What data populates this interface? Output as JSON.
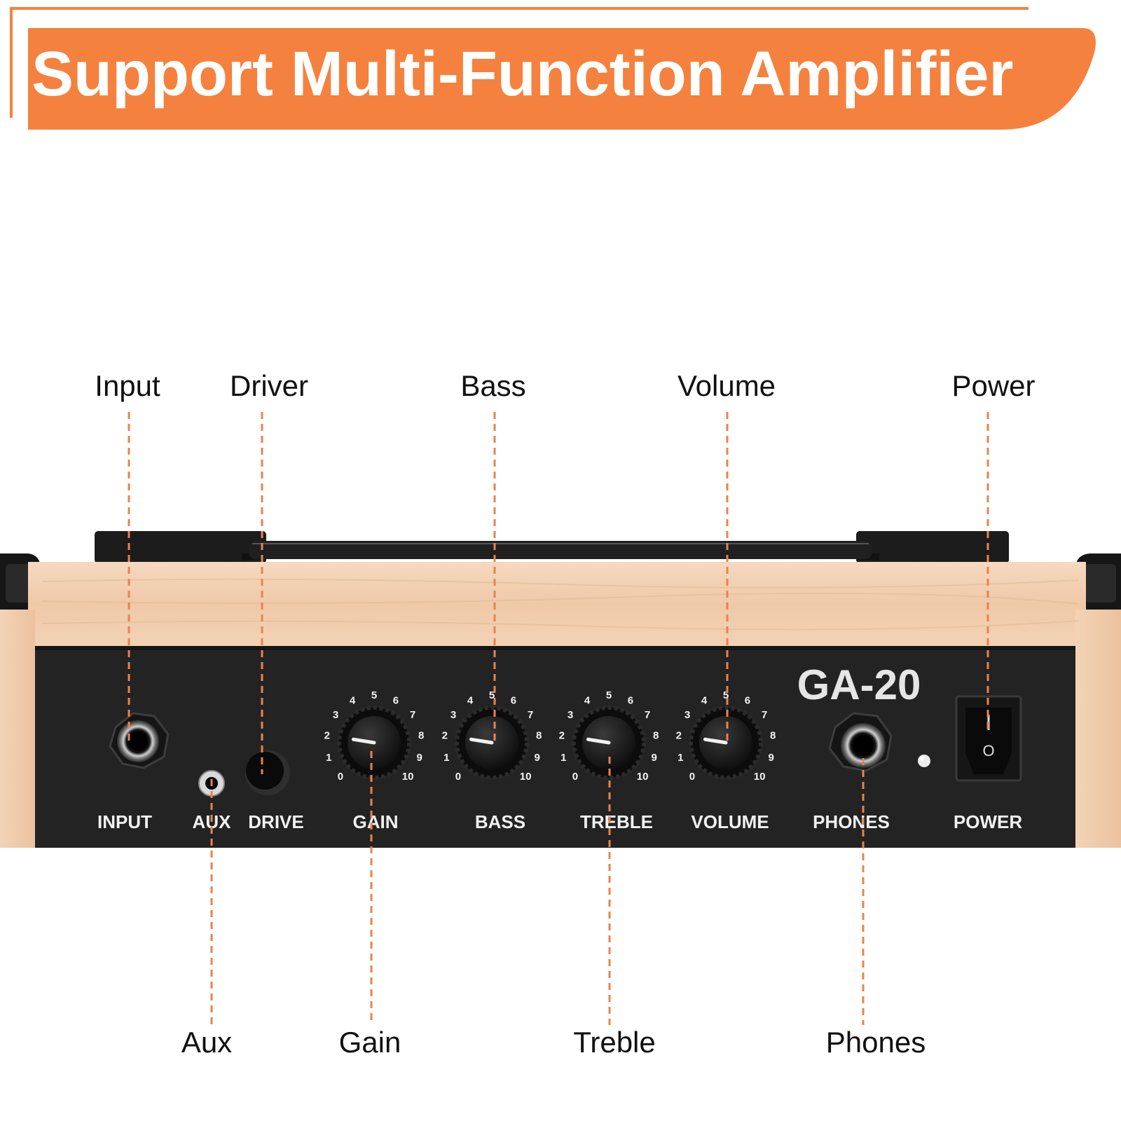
{
  "banner": {
    "title": "Support Multi-Function Amplifier",
    "color": "#F5813F"
  },
  "amp": {
    "model": "GA-20",
    "accent": "#E8834E",
    "panel_labels": [
      "INPUT",
      "AUX",
      "DRIVE",
      "GAIN",
      "BASS",
      "TREBLE",
      "VOLUME",
      "PHONES",
      "POWER"
    ],
    "knob_ticks": [
      "0",
      "1",
      "2",
      "3",
      "4",
      "5",
      "6",
      "7",
      "8",
      "9",
      "10"
    ],
    "switch_mark": "O",
    "knobs": [
      {
        "name": "gain",
        "value": 2
      },
      {
        "name": "bass",
        "value": 2
      },
      {
        "name": "treble",
        "value": 2
      },
      {
        "name": "volume",
        "value": 2
      }
    ]
  },
  "callouts": {
    "top": [
      "Input",
      "Driver",
      "Bass",
      "Volume",
      "Power"
    ],
    "bottom": [
      "Aux",
      "Gain",
      "Treble",
      "Phones"
    ]
  }
}
